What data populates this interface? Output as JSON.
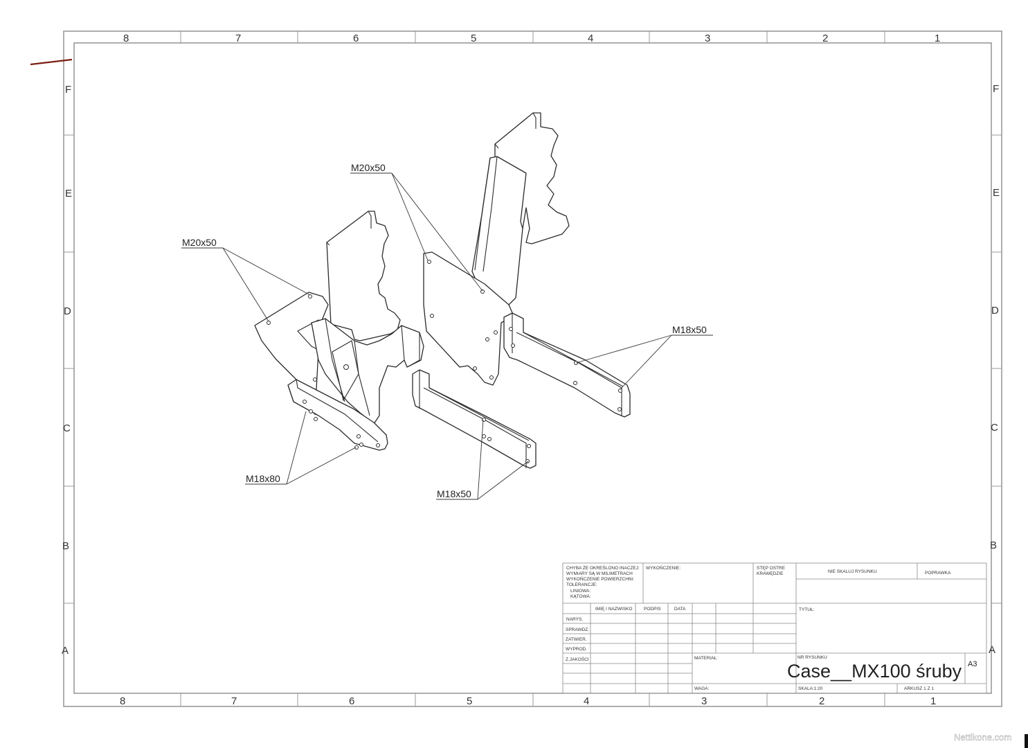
{
  "sheet": {
    "zones_top": [
      "8",
      "7",
      "6",
      "5",
      "4",
      "3",
      "2",
      "1"
    ],
    "zones_bottom": [
      "8",
      "7",
      "6",
      "5",
      "4",
      "3",
      "2",
      "1"
    ],
    "zones_left": [
      "F",
      "E",
      "D",
      "C",
      "B",
      "A"
    ],
    "zones_right": [
      "F",
      "E",
      "D",
      "C",
      "B",
      "A"
    ]
  },
  "callouts": {
    "m20_left": "M20x50",
    "m20_center": "M20x50",
    "m18_right": "M18x50",
    "m18_front": "M18x50",
    "m18x80": "M18x80"
  },
  "title_block": {
    "notes": [
      "CHYBA ŻE OKREŚLONO INACZEJ:",
      "WYMIARY SĄ W MILIMETRACH",
      "WYKOŃCZENIE POWIERZCHNI:",
      "TOLERANCJE:",
      "LINIOWA:",
      "KĄTOWA:"
    ],
    "finish": "WYKOŃCZENIE:",
    "edges": [
      "STĘP OSTRE",
      "KRAWĘDZIE"
    ],
    "no_scale": "NIE SKALUJ RYSUNKU",
    "revision": "POPRAWKA",
    "columns": [
      "IMIĘ I NAZWISKO",
      "PODPIS",
      "DATA"
    ],
    "rows": [
      "NARYS.",
      "SPRAWDZ.",
      "ZATWIER.",
      "WYPROD.",
      "Z.JAKOŚCI"
    ],
    "title_label": "TYTUŁ:",
    "material": "MATERIAŁ:",
    "drawing_no_label": "NR RYSUNKU",
    "drawing_title": "Case__MX100 śruby",
    "paper_size": "A3",
    "weight": "WAGA:",
    "scale": "SKALA:1:20",
    "sheet_no": "ARKUSZ 1 Z 1"
  },
  "watermark": "Nettikone.com"
}
